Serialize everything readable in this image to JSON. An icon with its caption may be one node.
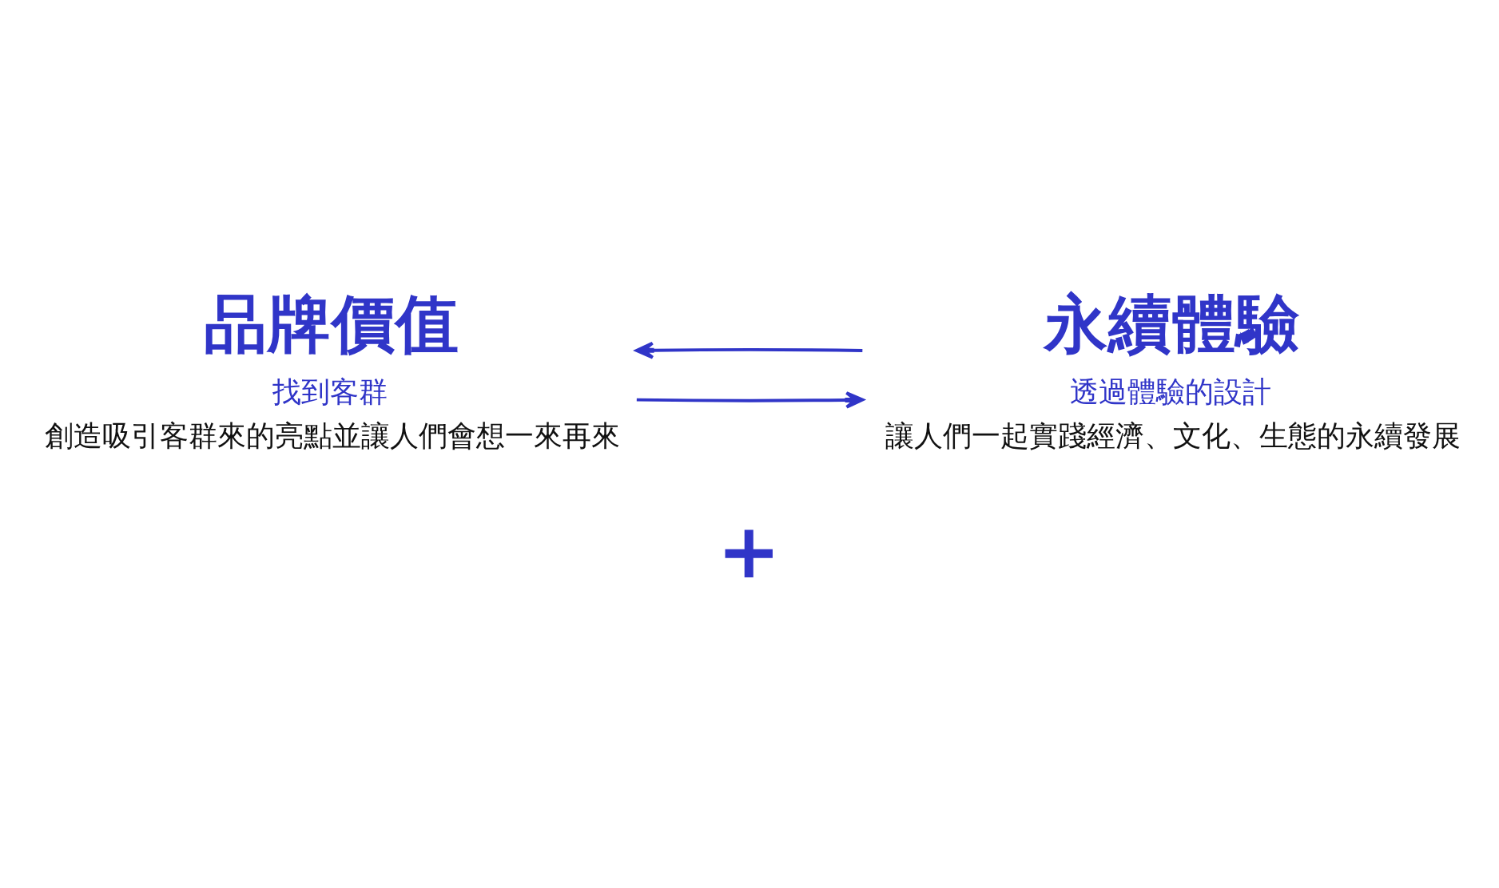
{
  "diagram": {
    "nodes": [
      {
        "text": [
          "品牌價值",
          "找到客群",
          "創造吸引客群來的亮點並讓人們會想一來再來"
        ]
      },
      {
        "text": [
          "永續體驗",
          "透過體驗的設計",
          "讓人們一起實踐經濟、文化、生態的永續發展"
        ]
      }
    ],
    "edges": [
      {
        "from": 0,
        "to": 1,
        "arrow": "to"
      },
      {
        "from": 1,
        "to": 0,
        "arrow": "to"
      }
    ],
    "labels": [
      "+"
    ]
  }
}
